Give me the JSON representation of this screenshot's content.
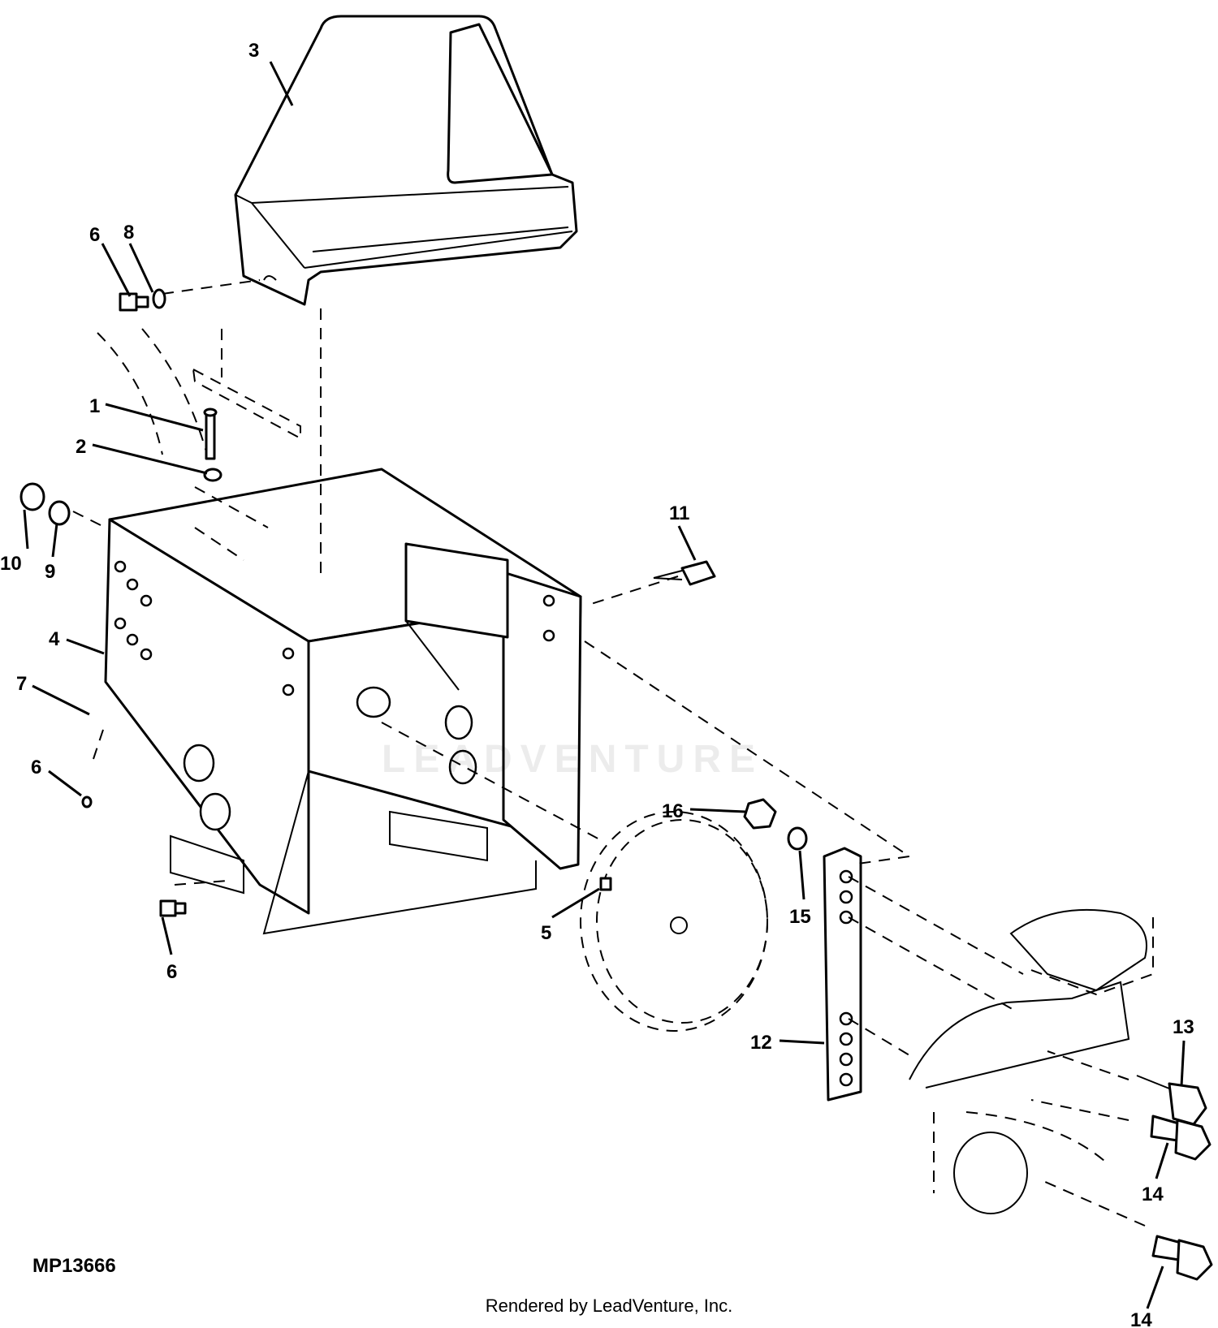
{
  "figure_id": "MP13666",
  "credit": "Rendered by LeadVenture, Inc.",
  "watermark": "LEADVENTURE",
  "callouts": [
    "1",
    "2",
    "3",
    "4",
    "5",
    "6",
    "6",
    "6",
    "7",
    "8",
    "9",
    "10",
    "11",
    "12",
    "13",
    "14",
    "14",
    "15",
    "16"
  ]
}
